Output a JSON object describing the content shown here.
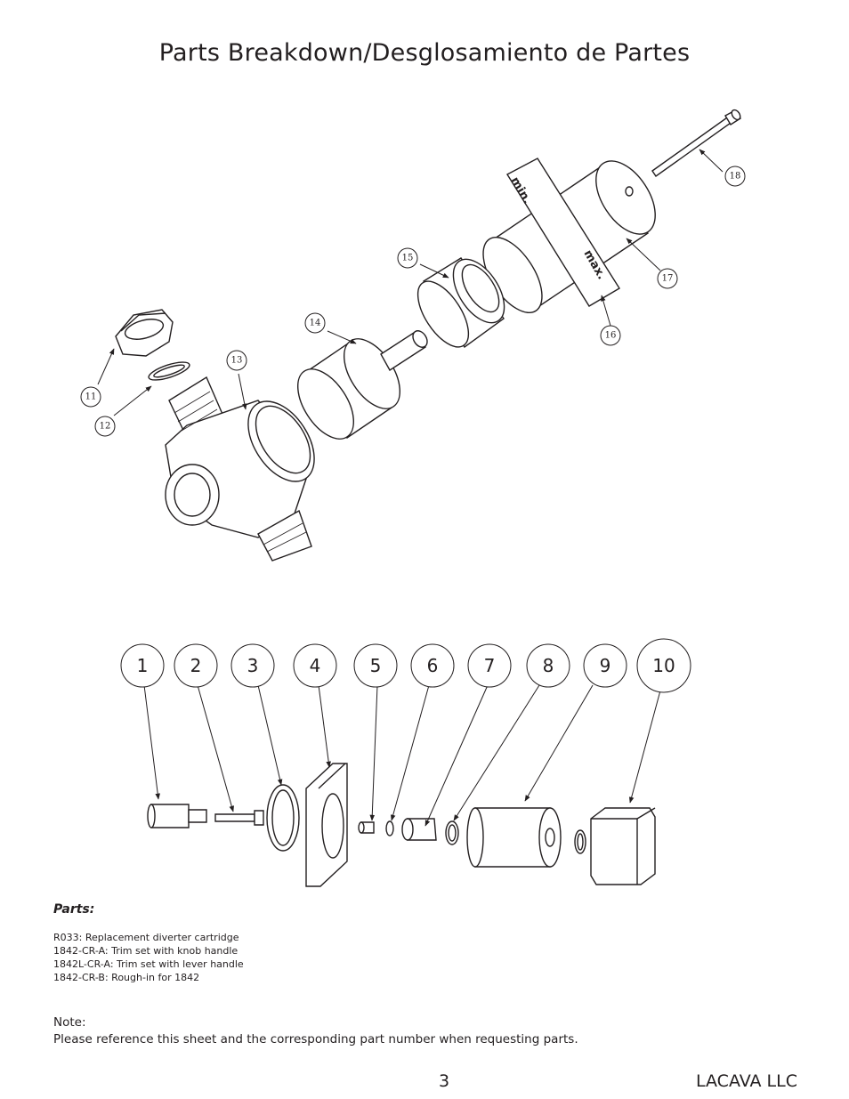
{
  "page": {
    "title": "Parts Breakdown/Desglosamiento de Partes",
    "page_number": "3",
    "company": "LACAVA LLC"
  },
  "upper_callouts": [
    "11",
    "12",
    "13",
    "14",
    "15",
    "16",
    "17",
    "18"
  ],
  "lower_callouts": [
    "1",
    "2",
    "3",
    "4",
    "5",
    "6",
    "7",
    "8",
    "9",
    "10"
  ],
  "cartridge_labels": {
    "min": "min.",
    "max": "max."
  },
  "parts": {
    "heading": "Parts:",
    "items": [
      "R033:  Replacement diverter cartridge",
      "1842-CR-A:  Trim set with knob handle",
      "1842L-CR-A:  Trim set with lever handle",
      "1842-CR-B:  Rough-in for 1842"
    ]
  },
  "note": {
    "label": "Note:",
    "text": "Please reference this sheet and the corresponding part number when requesting parts."
  }
}
